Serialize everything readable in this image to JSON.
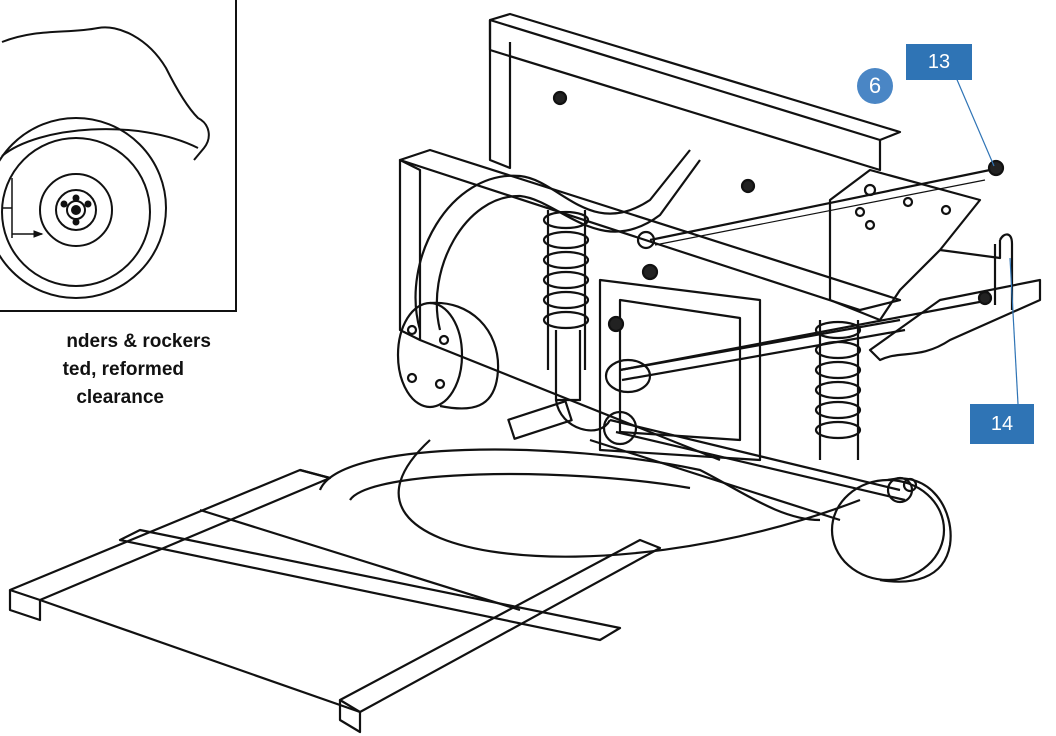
{
  "inset_caption": {
    "line1": "nders & rockers",
    "line2": "ted, reformed",
    "line3": "clearance"
  },
  "callouts": {
    "part_6": "6",
    "part_13": "13",
    "part_14": "14"
  },
  "colors": {
    "callout_fill": "#2f74b5",
    "callout_circle_fill": "#4a86c5",
    "line_art": "#111111"
  }
}
